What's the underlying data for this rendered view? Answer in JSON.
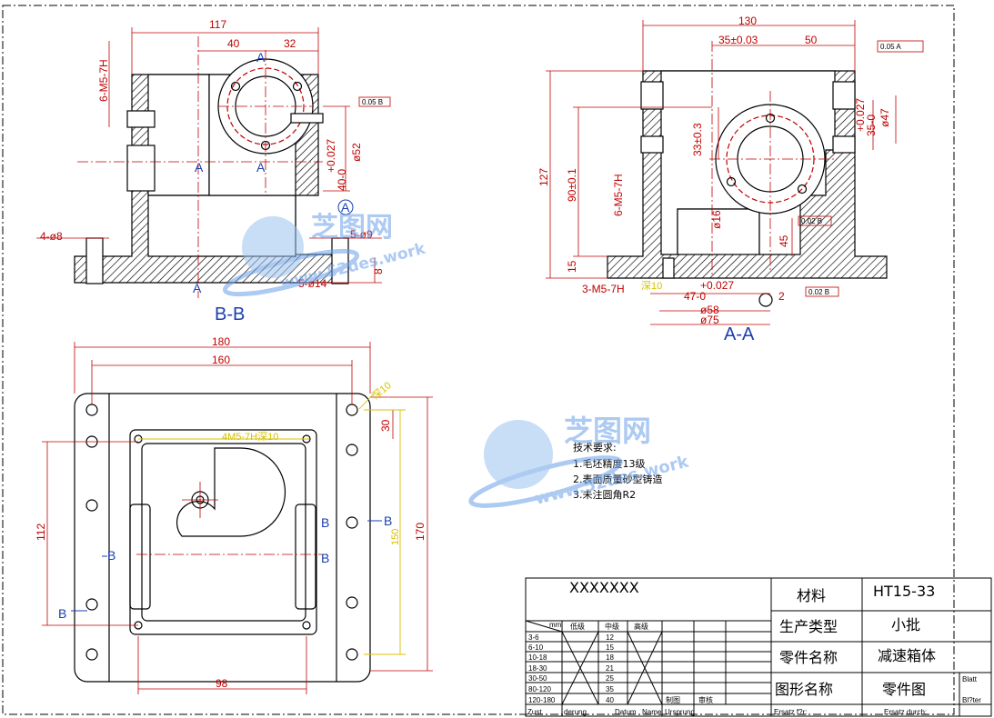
{
  "section_bb": {
    "label": "B-B",
    "dims": {
      "w117": "117",
      "w40": "40",
      "w32": "32",
      "tap": "6-M5-7H",
      "hole_d8": "4-ø8",
      "hole_d9": "5-ø9",
      "hole_d14": "5-ø14",
      "d8": "8",
      "phi52": "ø52",
      "tol40": "+0.027",
      "tol40b": "40-0",
      "flat": "0.05 B"
    },
    "marks": {
      "a_top": "A",
      "a_mid1": "A",
      "a_mid2": "A",
      "a_bot": "A",
      "a_circ": "A"
    }
  },
  "section_aa": {
    "label": "A-A",
    "dims": {
      "w130": "130",
      "w35": "35±0.03",
      "w50": "50",
      "h127": "127",
      "h90": "90±0.1",
      "h33": "33±0.3",
      "h15": "15",
      "tap": "6-M5-7H",
      "tap_bot": "3-M5-7H",
      "phi47": "ø47",
      "tol35": "+0.027",
      "tol35b": "35-0",
      "phi58": "ø58",
      "phi75": "ø75",
      "tol47": "+0.027",
      "tol47b": "47-0",
      "phi16": "ø16",
      "h45": "45",
      "d2": "2",
      "gdt_top": "0.05 A",
      "gdt_b": "0.02 B",
      "gdt_b2": "0.02 B",
      "deep": "深10"
    }
  },
  "plan_view": {
    "dims": {
      "w180": "180",
      "w160": "160",
      "w98": "98",
      "h112": "112",
      "h150": "150",
      "h170": "170",
      "h30": "30",
      "tap": "4M5-7H深10",
      "ang": "深10"
    },
    "marks": {
      "b_left1": "B",
      "b_left2": "B",
      "b_right1": "B",
      "b_right2": "B",
      "b_right3": "B"
    }
  },
  "notes": {
    "title": "技术要求:",
    "items": [
      "1.毛坯精度13级",
      "2.表面质量砂型铸造",
      "3.未注圆角R2"
    ]
  },
  "title_block": {
    "drawing_no": "XXXXXXX",
    "material_label": "材料",
    "material_value": "HT15-33",
    "production_label": "生产类型",
    "production_value": "小批",
    "part_label": "零件名称",
    "part_value": "减速箱体",
    "drawing_label": "图形名称",
    "drawing_value": "零件图",
    "blatt": "Blatt",
    "blaetter": "Bl?ter",
    "tol_header": [
      "低级",
      "中级",
      "高级"
    ],
    "tol_col_head": "mm",
    "tol_rows": [
      {
        "range": "3-6",
        "mid": "12"
      },
      {
        "range": "6-10",
        "mid": "15"
      },
      {
        "range": "10-18",
        "mid": "18"
      },
      {
        "range": "18-30",
        "mid": "21"
      },
      {
        "range": "30-50",
        "mid": "25"
      },
      {
        "range": "80-120",
        "mid": "35"
      },
      {
        "range": "120-180",
        "mid": "40"
      }
    ],
    "footer": {
      "zust": "Zust.",
      "aenderung": "derung",
      "datum": "Datum",
      "name": "Name",
      "ursprung": "Ursprung",
      "zhi": "制图",
      "shen": "审核",
      "ersatz_fuer": "Ersatz f?r:",
      "ersatz_durch": "Ersatz durch:"
    }
  },
  "watermark": {
    "brand": "芝图网",
    "url": "www.52des.work"
  }
}
